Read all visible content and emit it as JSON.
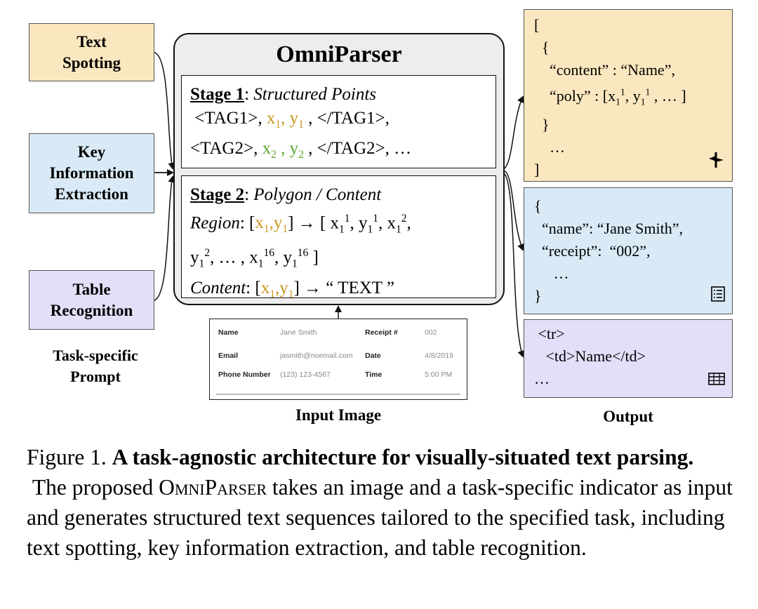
{
  "prompts": {
    "text_spotting": "Text Spotting",
    "key_information_extraction": "Key Information Extraction",
    "table_recognition": "Table Recognition",
    "caption": "Task-specific Prompt"
  },
  "omniparser": {
    "title": "OmniParser",
    "stage1": {
      "label": "Stage 1",
      "subtitle": "Structured Points",
      "line1": [
        "<TAG1>, ",
        "x",
        "1",
        ", y",
        "1",
        " , </TAG1>,"
      ],
      "line2": [
        "<TAG2>, ",
        "x",
        "2",
        " , y",
        "2",
        " , </TAG2>, …"
      ]
    },
    "stage2": {
      "label": "Stage 2",
      "subtitle": "Polygon / Content",
      "region_label": "Region",
      "content_label": "Content",
      "content_value": "“ TEXT ”"
    }
  },
  "input_image": {
    "caption": "Input Image",
    "rows": [
      {
        "k1": "Name",
        "v1": "Jane Smith",
        "k2": "Receipt #",
        "v2": "002"
      },
      {
        "k1": "Email",
        "v1": "jasmith@noemail.com",
        "k2": "Date",
        "v2": "4/8/2019"
      },
      {
        "k1": "Phone Number",
        "v1": "(123) 123-4567",
        "k2": "Time",
        "v2": "5:00 PM"
      }
    ]
  },
  "outputs": {
    "caption": "Output",
    "spotting_icon": "pin-icon",
    "kie_icon": "list-icon",
    "table_icon": "table-icon",
    "kie_lines": [
      "{",
      "  “name”: “Jane Smith”,",
      "  “receipt”:  “002”,",
      "     …",
      "}"
    ],
    "table_lines": [
      " <tr>",
      "   <td>Name</td>",
      "…"
    ]
  },
  "figure_caption": {
    "label": "Figure 1.",
    "bold": "A task-agnostic architecture for visually-situated text parsing.",
    "pre": "The proposed",
    "name": "OmniParser",
    "post": "takes an image and a task-specific indicator as input and generates structured text sequences tailored to the specified task, including text spotting, key information extraction, and table recognition."
  },
  "colors": {
    "gold": "#c8961e",
    "green": "#5aa52e",
    "text_spotting_bg": "#fbe7bf",
    "kie_bg": "#d9eaf6",
    "table_bg": "#e3dff8"
  }
}
